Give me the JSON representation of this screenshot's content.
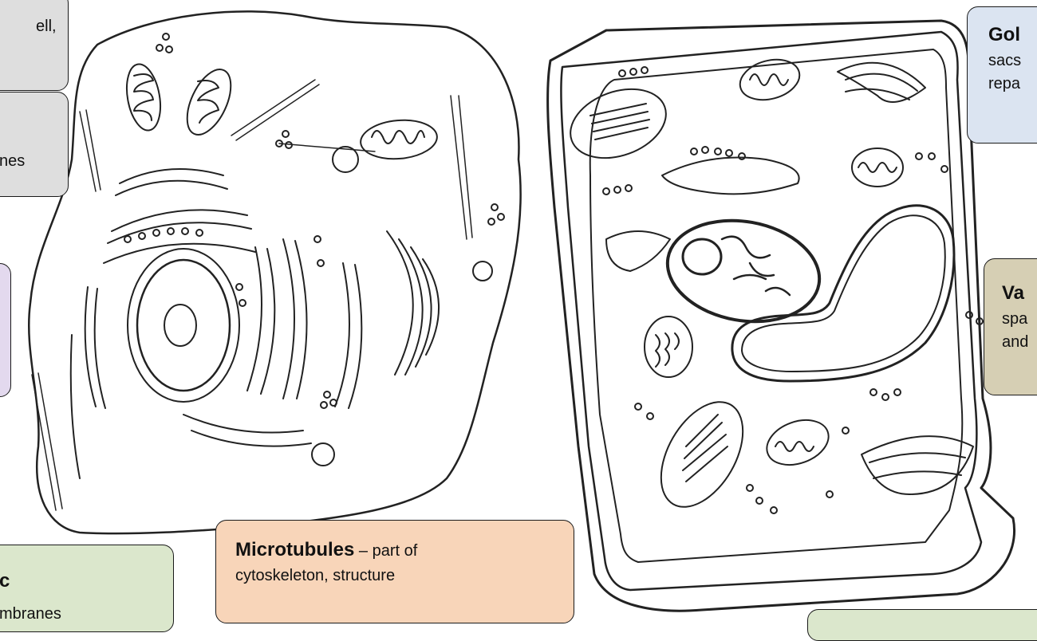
{
  "labels": {
    "top_left": {
      "text_1": "ell,",
      "color": "#dedede"
    },
    "mid_left": {
      "text_1": "nes",
      "color": "#dedede"
    },
    "purple_left": {
      "color": "#e3d9ee"
    },
    "bottom_left": {
      "title": "c",
      "text_1": "mbranes",
      "color": "#dbe7cc"
    },
    "microtubules": {
      "title": "Microtubules",
      "text_1": " – part of",
      "text_2": "cytoskeleton, structure",
      "color": "#f8d5b9"
    },
    "golgi": {
      "title": "Gol",
      "text_1": "sacs",
      "text_2": "repa",
      "color": "#dbe4f1"
    },
    "vacuole": {
      "title": "Va",
      "text_1": "spa",
      "text_2": "and",
      "color": "#d6cfb4"
    },
    "bottom_right": {
      "color": "#dbe7cc"
    }
  }
}
